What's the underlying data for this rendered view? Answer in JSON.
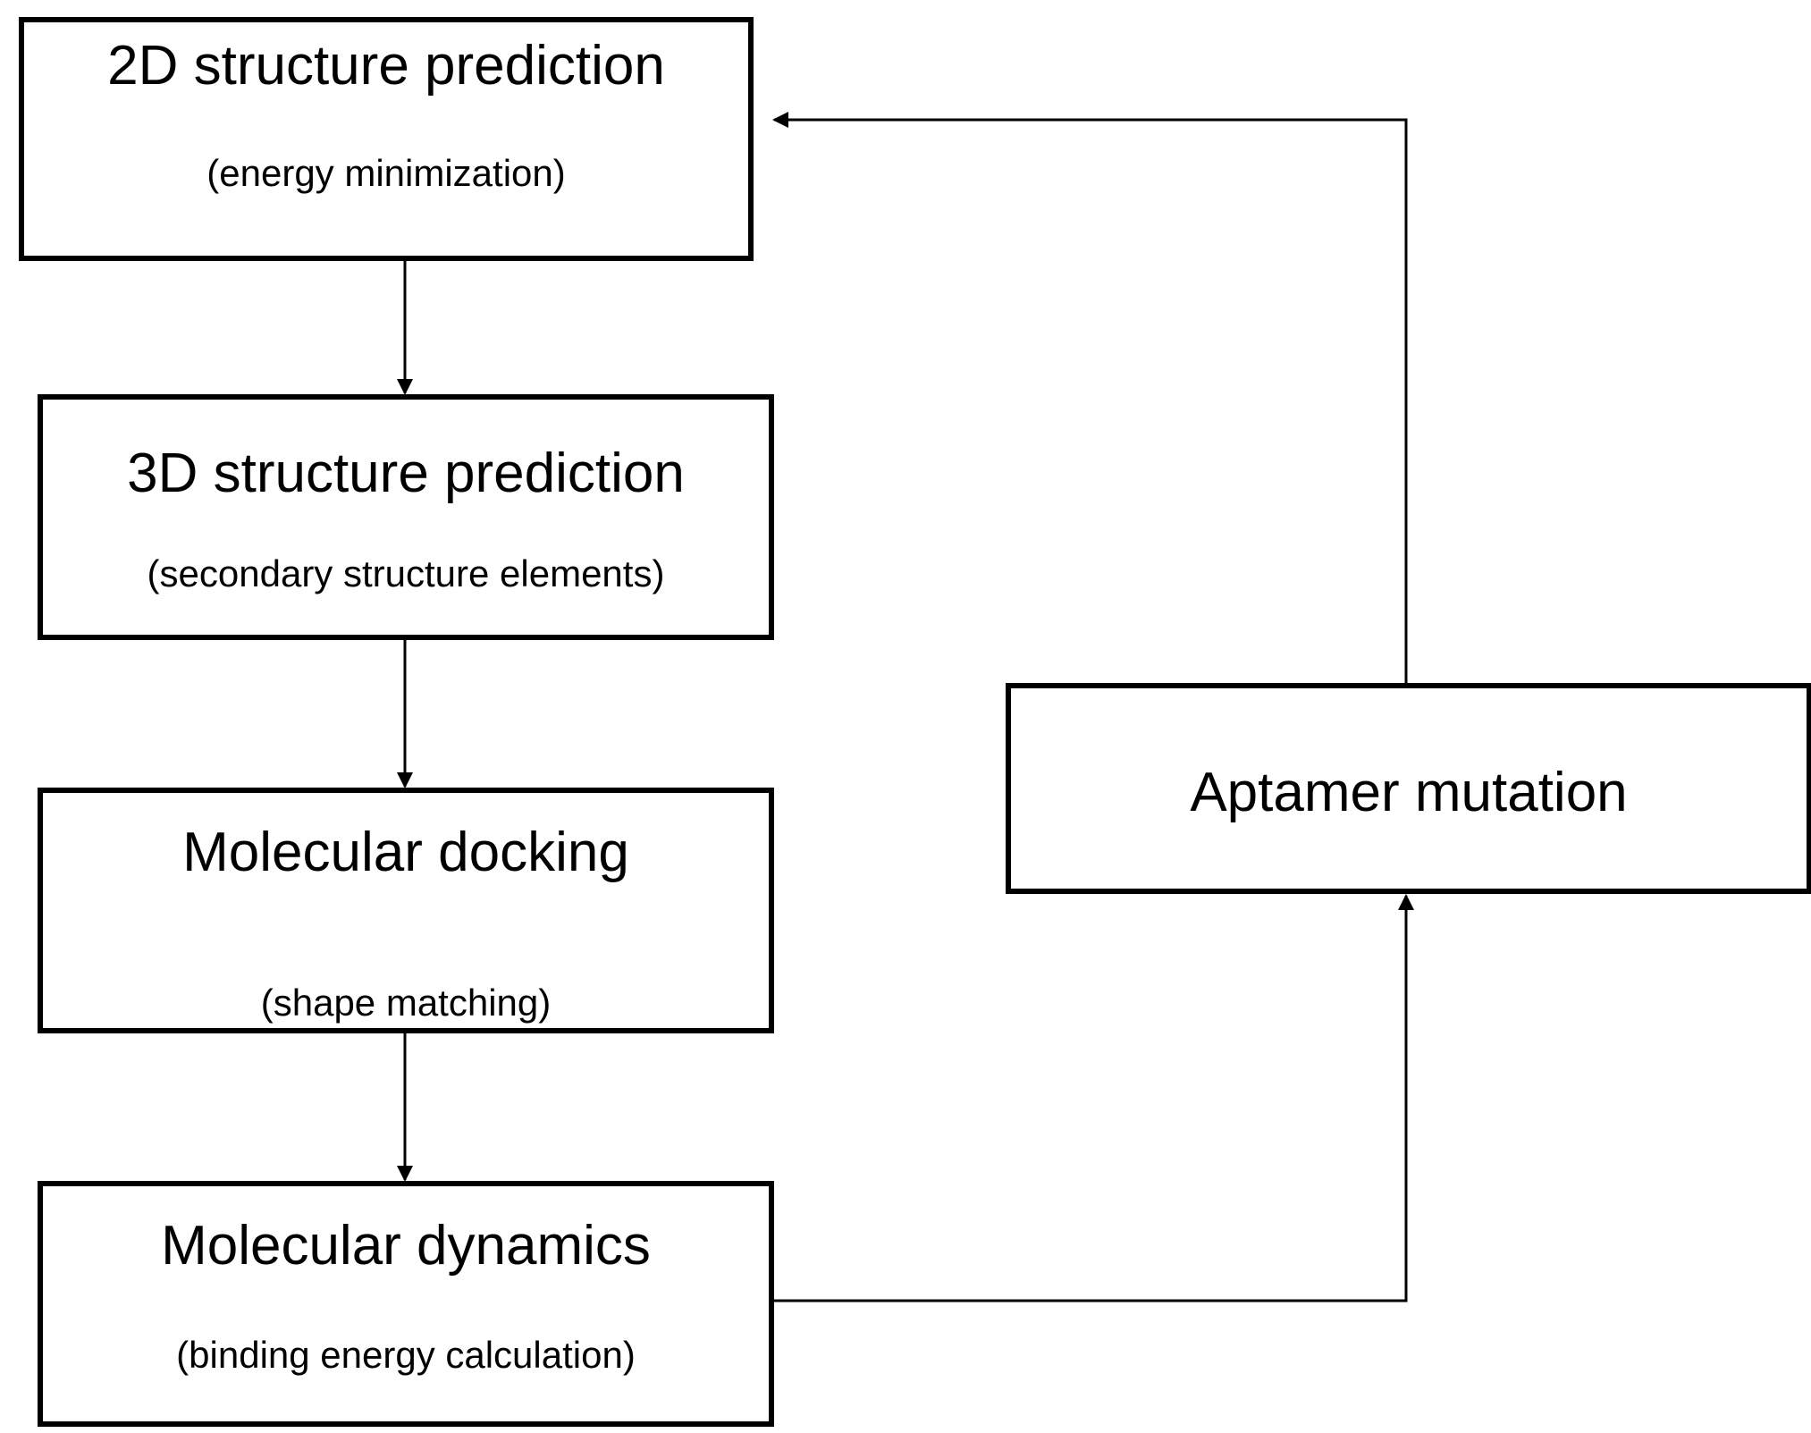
{
  "nodes": [
    {
      "id": "step-2d",
      "title": "2D structure prediction",
      "subtitle": "(energy minimization)"
    },
    {
      "id": "step-3d",
      "title": "3D structure prediction",
      "subtitle": "(secondary structure elements)"
    },
    {
      "id": "step-docking",
      "title": "Molecular docking",
      "subtitle": "(shape matching)"
    },
    {
      "id": "step-dynamics",
      "title": "Molecular dynamics",
      "subtitle": "(binding energy calculation)"
    },
    {
      "id": "step-mutation",
      "title": "Aptamer mutation"
    }
  ],
  "edges": [
    {
      "from": "step-2d",
      "to": "step-3d"
    },
    {
      "from": "step-3d",
      "to": "step-docking"
    },
    {
      "from": "step-docking",
      "to": "step-dynamics"
    },
    {
      "from": "step-dynamics",
      "to": "step-mutation"
    },
    {
      "from": "step-mutation",
      "to": "step-2d"
    }
  ],
  "colors": {
    "stroke": "#000000",
    "background": "#ffffff"
  }
}
